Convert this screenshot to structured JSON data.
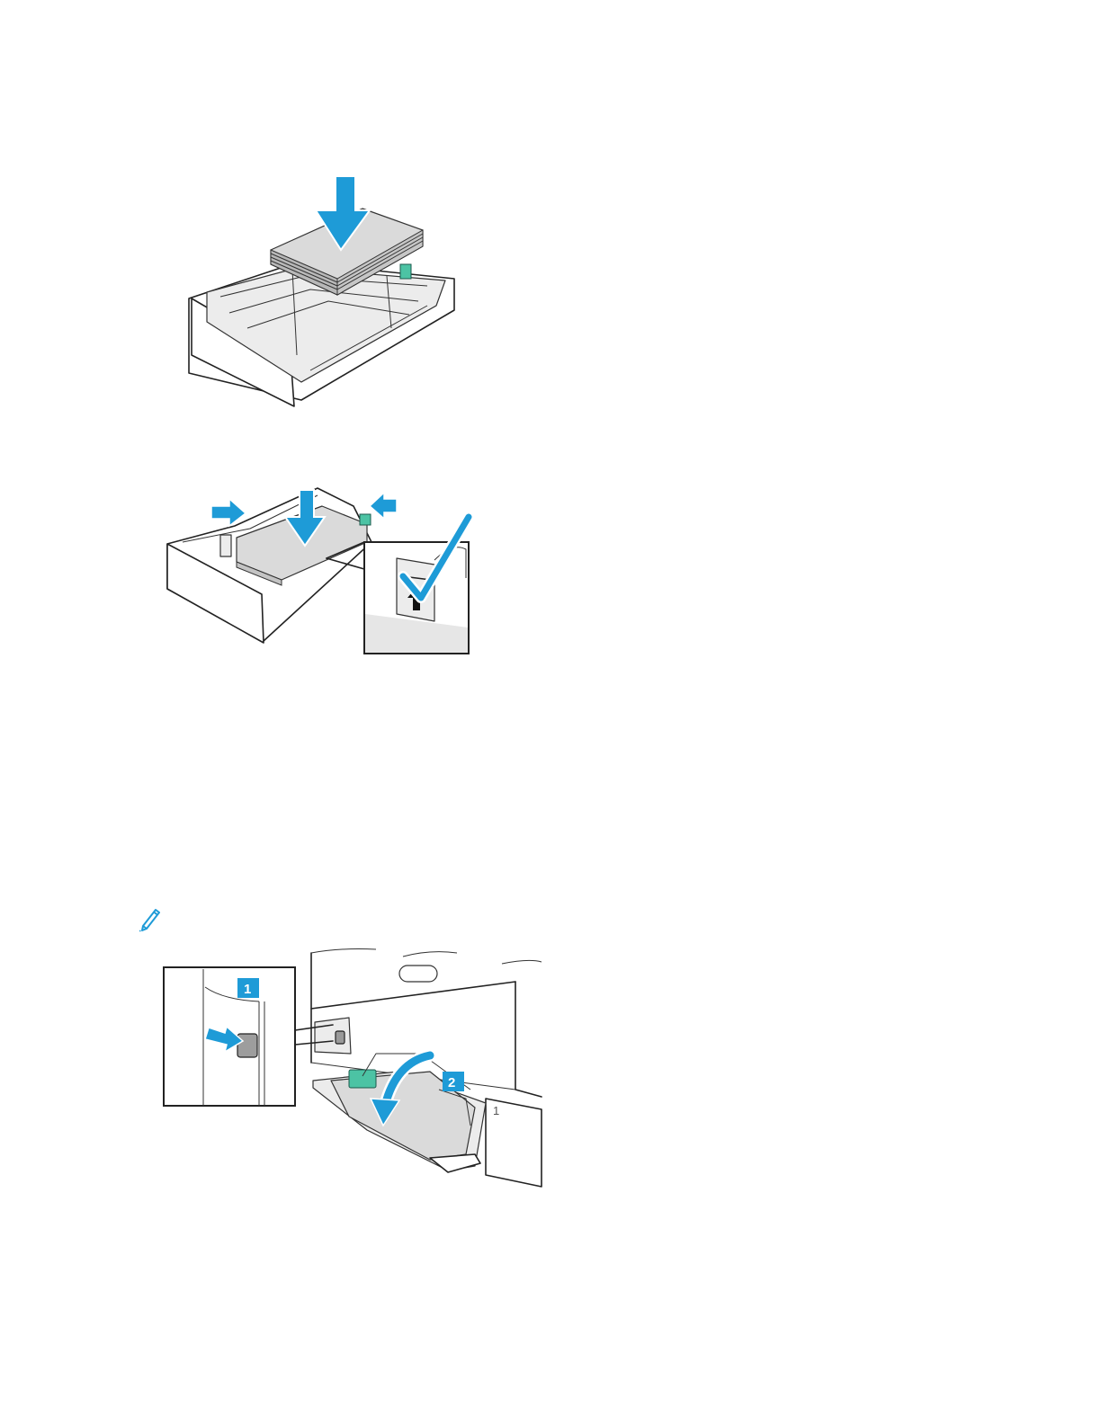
{
  "colors": {
    "accent_blue": "#1e9bd7",
    "guide_green": "#4cc3a4",
    "paper_grey": "#dadada"
  },
  "figures": {
    "load_paper": {
      "icon": "down-arrow-icon"
    },
    "adjust_guides": {
      "icons": [
        "inward-arrow-icon",
        "down-arrow-icon",
        "checkmark-icon",
        "up-arrow-icon"
      ]
    },
    "bypass_tray": {
      "callout_1": "1",
      "callout_2": "2",
      "tray_label": "1",
      "icons": [
        "right-arrow-icon",
        "curved-arrow-icon"
      ]
    }
  },
  "note": {
    "icon": "pencil-icon"
  }
}
